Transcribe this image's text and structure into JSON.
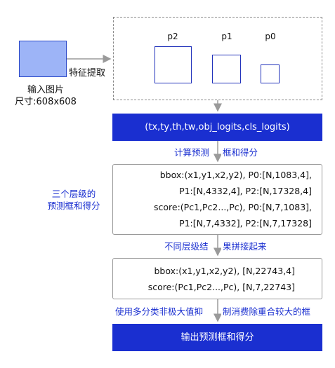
{
  "input": {
    "label_line1": "输入图片",
    "label_line2": "尺寸:608x608"
  },
  "feature_extraction": "特征提取",
  "pyramid": {
    "levels": [
      {
        "label": "p2"
      },
      {
        "label": "p1"
      },
      {
        "label": "p0"
      }
    ]
  },
  "head_output": "(tx,ty,th,tw,obj_logits,cls_logits)",
  "step1": {
    "left": "计算预测",
    "right": "框和得分"
  },
  "side_note": {
    "line1": "三个层级的",
    "line2": "预测框和得分"
  },
  "box1": {
    "lines": [
      "bbox:(x1,y1,x2,y2), P0:[N,1083,4],",
      "P1:[N,4332,4], P2:[N,17328,4]",
      "score:(Pc1,Pc2...,Pc), P0:[N,7,1083],",
      "P1:[N,7,4332], P2:[N,7,17328]"
    ]
  },
  "step2": {
    "left": "不同层级结",
    "right": "果拼接起来"
  },
  "box2": {
    "lines": [
      "bbox:(x1,y1,x2,y2), [N,22743,4]",
      "score:(Pc1,Pc2...,Pc), [N,7,22743]"
    ]
  },
  "step3": {
    "left": "使用多分类非极大值抑",
    "right": "制消费除重合较大的框"
  },
  "final_output": "输出预测框和得分",
  "colors": {
    "accent": "#1a2fd0",
    "input_fill": "#9db4f7",
    "arrow": "#9a9a9a"
  }
}
